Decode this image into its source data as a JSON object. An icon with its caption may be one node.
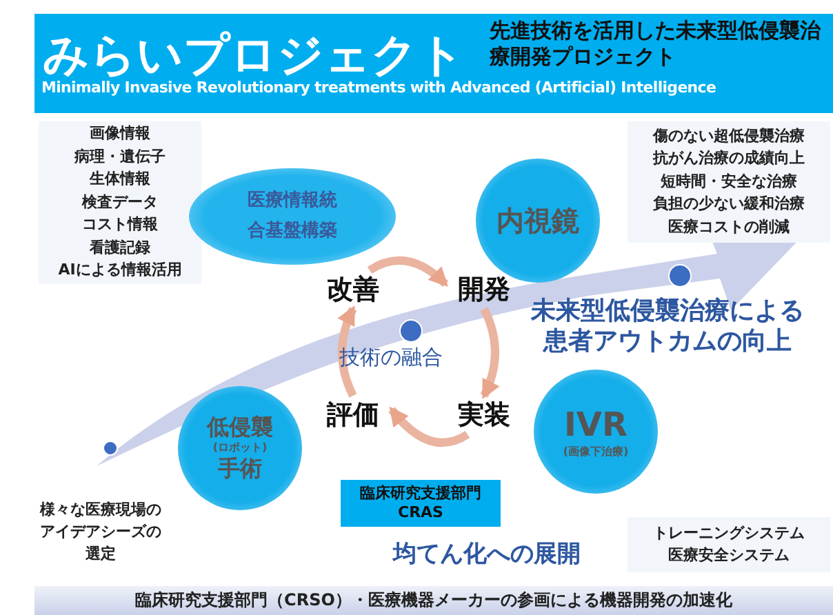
{
  "diagram": {
    "nodes": [
      {
        "text": [
          "みらいプロジェクト",
          "先進技術を活用した未来型低侵襲治療開発プロジェクト",
          "Minimally Invasive Revolutionary treatments with Advanced (Artificial) Intelligence"
        ]
      },
      {
        "text": [
          "画像情報",
          "病理・遺伝子",
          "生体情報",
          "検査データ",
          "コスト情報",
          "看護記録",
          "AIによる情報活用"
        ]
      },
      {
        "text": [
          "医療情報統合基盤構築"
        ]
      },
      {
        "text": [
          "内視鏡"
        ]
      },
      {
        "text": [
          "傷のない超低侵襲治療",
          "抗がん治療の成績向上",
          "短時間・安全な治療",
          "負担の少ない緩和治療",
          "医療コストの削減"
        ]
      },
      {
        "text": [
          "改善"
        ]
      },
      {
        "text": [
          "開発"
        ]
      },
      {
        "text": [
          "実装"
        ]
      },
      {
        "text": [
          "評価"
        ]
      },
      {
        "text": [
          "低侵襲",
          "(ロボット)",
          "手術"
        ]
      },
      {
        "text": [
          "IVR",
          "(画像下治療)"
        ]
      },
      {
        "text": [
          "臨床研究支援部門CRAS"
        ]
      },
      {
        "text": [
          "トレーニングシステム",
          "医療安全システム"
        ]
      },
      {
        "text": [
          "臨床研究支援部門（CRSO）・医療機器メーカーの参画による機器開発の加速化"
        ]
      }
    ],
    "edges": [
      {
        "from": 5,
        "to": 6,
        "arrow": "to"
      },
      {
        "from": 6,
        "to": 7,
        "arrow": "to"
      },
      {
        "from": 7,
        "to": 8,
        "arrow": "to"
      },
      {
        "from": 8,
        "to": 5,
        "arrow": "to"
      }
    ],
    "labels": [
      "技術の融合",
      "未来型低侵襲治療による患者アウトカムの向上",
      "様々な医療現場のアイデアシーズの選定",
      "均てん化への展開"
    ]
  }
}
